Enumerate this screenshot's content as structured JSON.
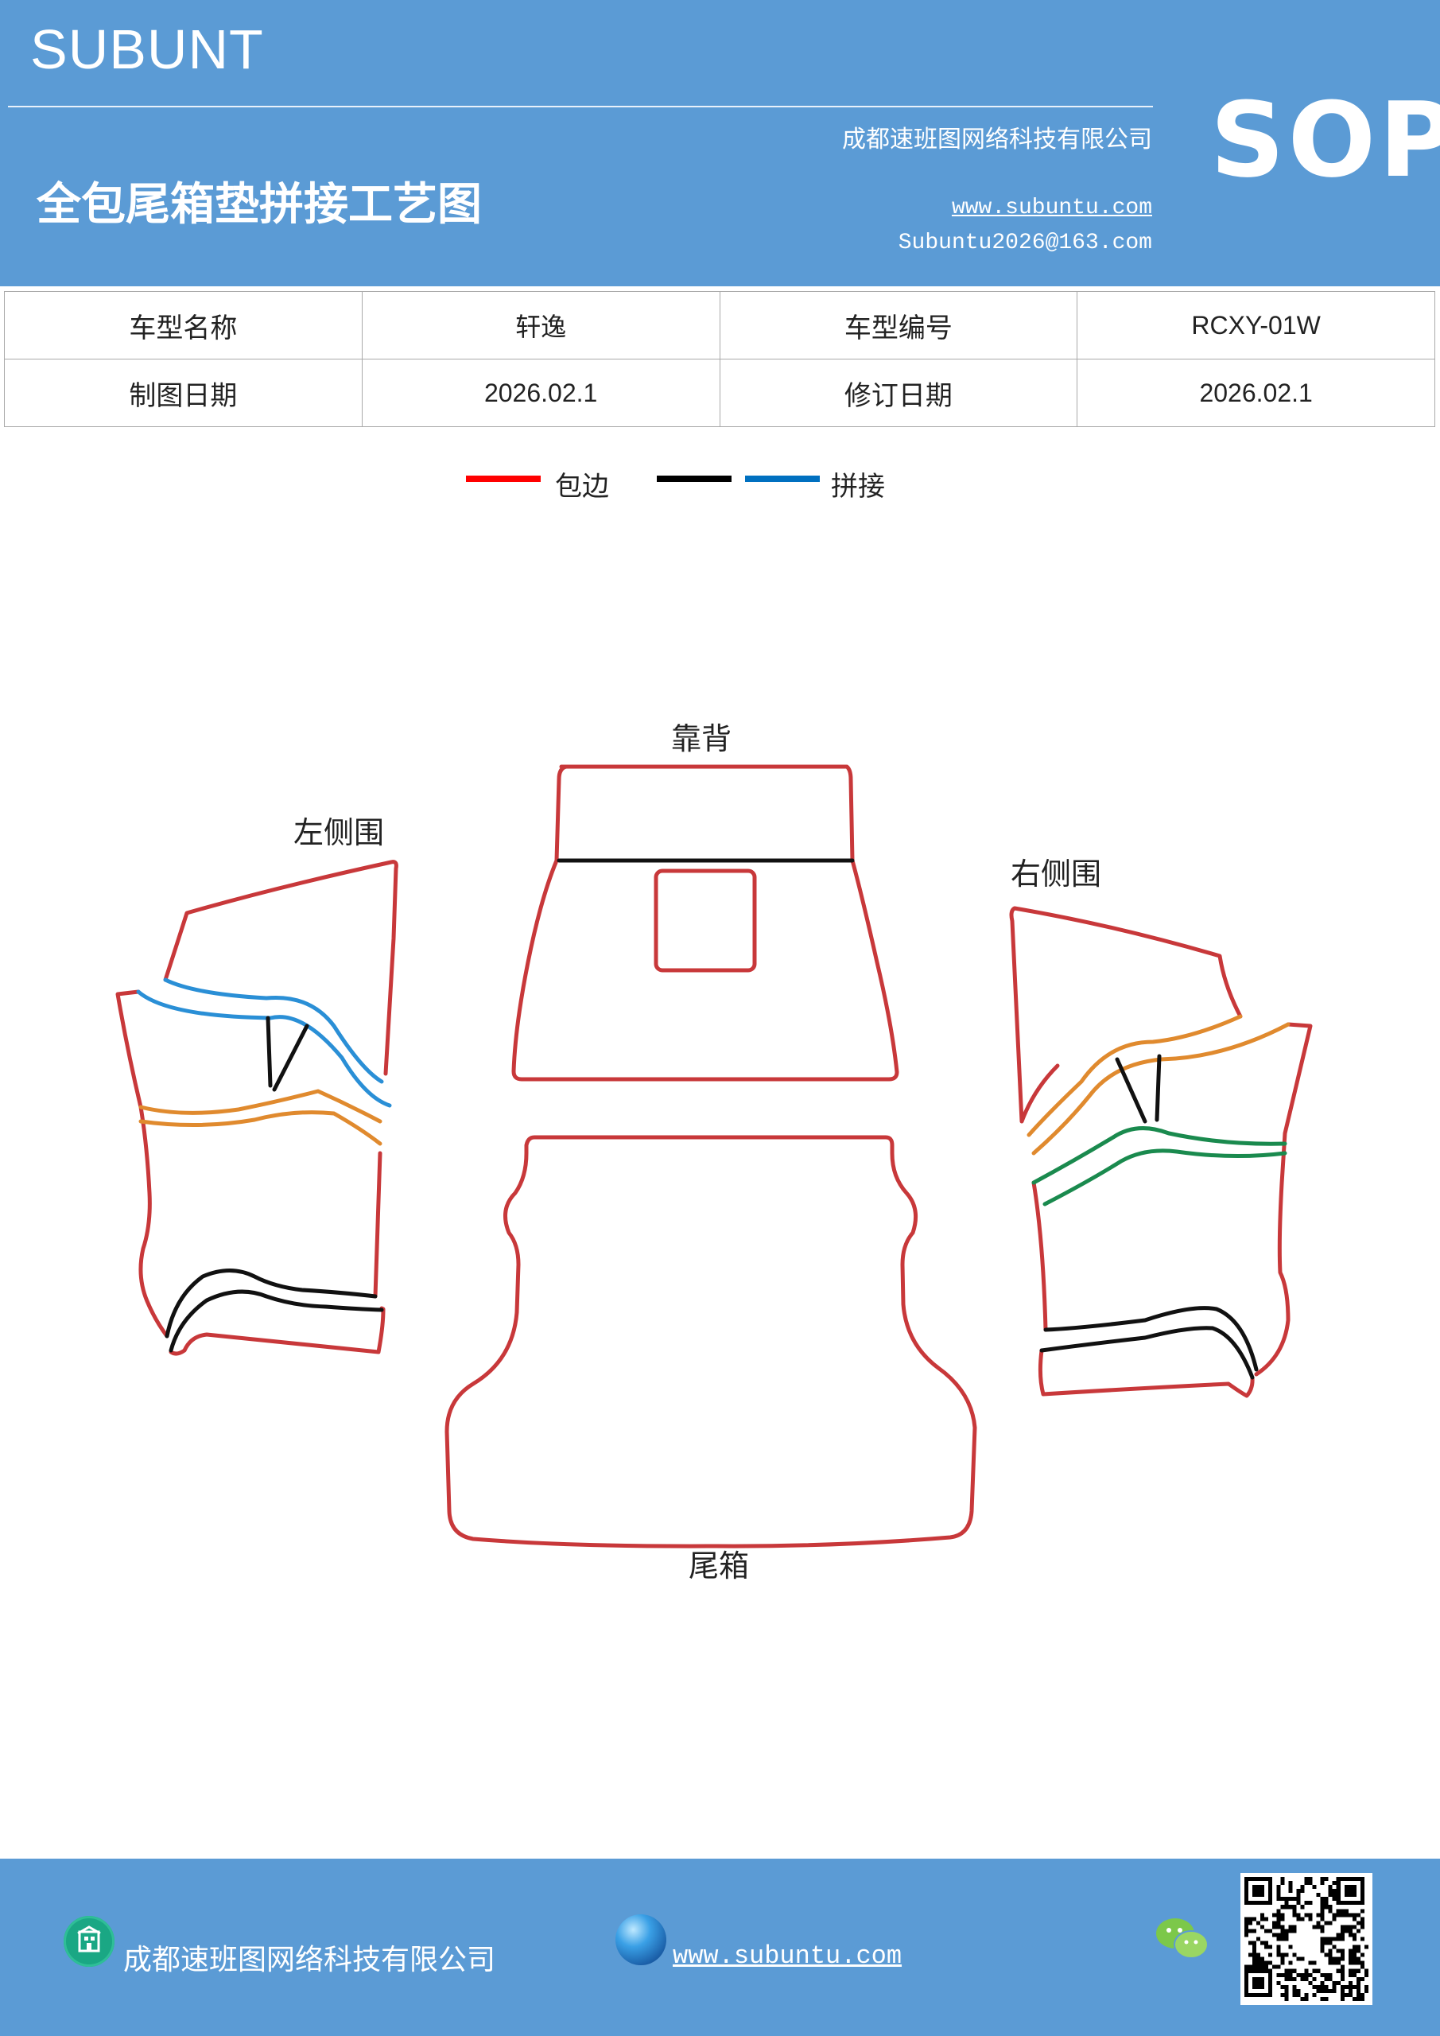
{
  "header": {
    "brand": "SUBUNT",
    "company": "成都速班图网络科技有限公司",
    "title": "全包尾箱垫拼接工艺图",
    "website": "www.subuntu.com",
    "email": "Subuntu2026@163.com",
    "badge": "SOP",
    "background": "#5b9bd5"
  },
  "info_table": {
    "rows": [
      {
        "label1": "车型名称",
        "value1": "轩逸",
        "label2": "车型编号",
        "value2": "RCXY-01W"
      },
      {
        "label1": "制图日期",
        "value1": "2026.02.1",
        "label2": "修订日期",
        "value2": "2026.02.1"
      }
    ]
  },
  "legend": {
    "items": [
      {
        "label": "包边",
        "color": "#ff0000"
      },
      {
        "label": "",
        "color": "#000000"
      },
      {
        "label": "拼接",
        "color": "#0070c0"
      }
    ]
  },
  "diagram": {
    "labels": {
      "backrest": "靠背",
      "left_side": "左侧围",
      "right_side": "右侧围",
      "trunk": "尾箱"
    },
    "colors": {
      "edge": "#c8383a",
      "seam_black": "#111111",
      "seam_blue": "#2a8fd6",
      "seam_orange": "#e08a2e",
      "seam_green": "#1a8a4e"
    }
  },
  "footer": {
    "company": "成都速班图网络科技有限公司",
    "website": "www.subuntu.com",
    "icons": [
      "building-icon",
      "globe-icon",
      "wechat-icon",
      "qr-code"
    ]
  }
}
